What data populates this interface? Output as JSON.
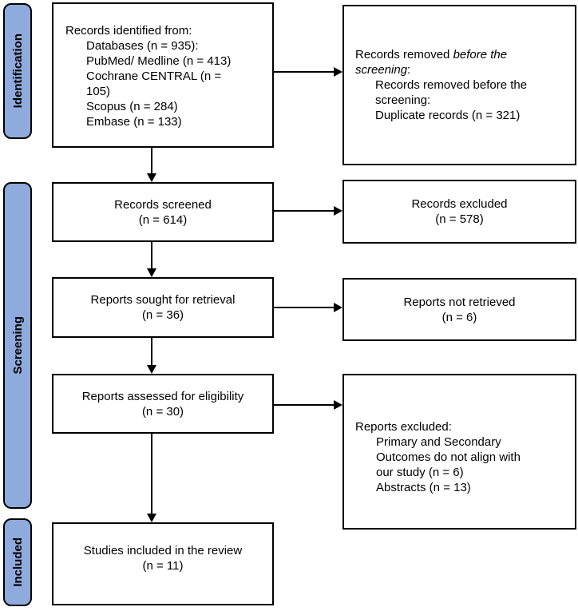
{
  "palette": {
    "stage_fill": "#8FAADC",
    "stage_border": "#000000",
    "box_border": "#000000",
    "arrow": "#000000",
    "background": "#FFFFFF",
    "text": "#000000"
  },
  "stages": [
    {
      "label": "Identification"
    },
    {
      "label": "Screening"
    },
    {
      "label": "Included"
    }
  ],
  "boxes": {
    "identified": {
      "title": "Records identified from:",
      "items": [
        "Databases (n = 935):",
        "PubMed/ Medline (n = 413)",
        "Cochrane CENTRAL (n = 105)",
        "Scopus (n = 284)",
        "Embase (n = 133)"
      ]
    },
    "removed": {
      "lead_normal": "Records removed ",
      "lead_italic": "before the screening",
      "lead_suffix": ":",
      "items": [
        "Records removed before the screening:",
        "Duplicate records (n = 321)"
      ]
    },
    "screened": {
      "line1": "Records screened",
      "line2": "(n = 614)"
    },
    "excluded": {
      "line1": "Records excluded",
      "line2": "(n = 578)"
    },
    "sought": {
      "line1": "Reports sought for retrieval",
      "line2": "(n = 36)"
    },
    "not_retrieved": {
      "line1": "Reports not retrieved",
      "line2": "(n = 6)"
    },
    "assessed": {
      "line1": "Reports assessed for eligibility",
      "line2": "(n = 30)"
    },
    "reports_excluded": {
      "title": "Reports excluded:",
      "items": [
        "Primary and Secondary Outcomes do not align with our study (n = 6)",
        "Abstracts (n = 13)"
      ]
    },
    "included": {
      "line1": "Studies included in the review",
      "line2": "(n = 11)"
    }
  }
}
